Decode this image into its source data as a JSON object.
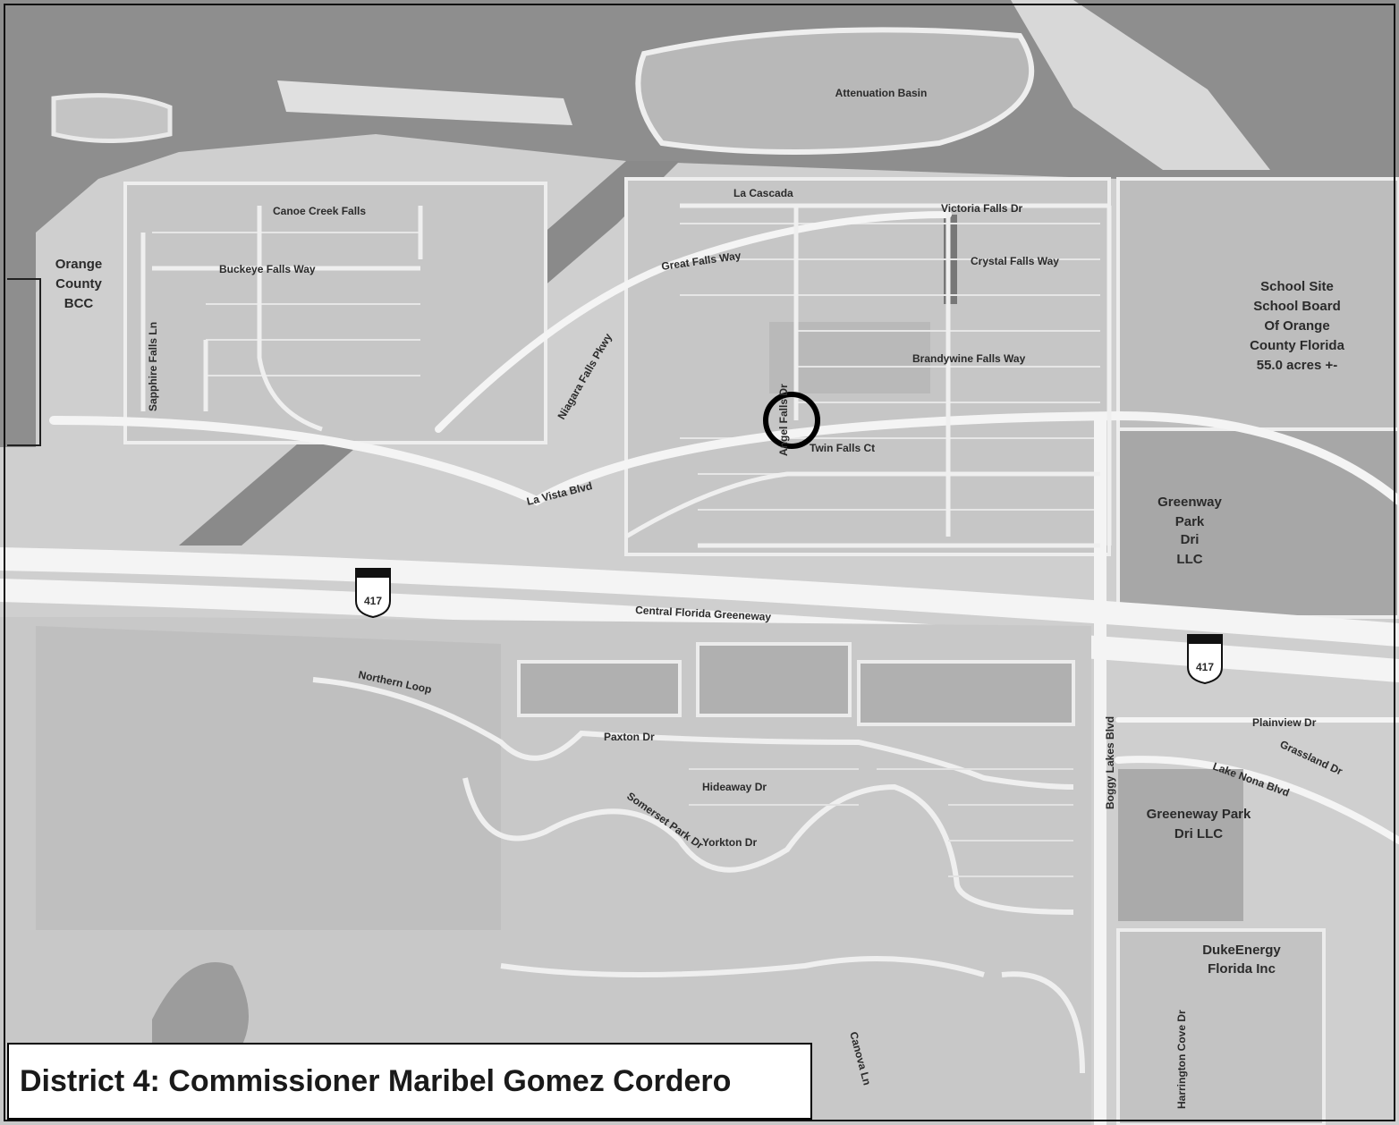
{
  "caption": "District 4: Commissioner Maribel Gomez Cordero",
  "features": {
    "attenuation_basin": "Attenuation Basin",
    "orange_county_bcc": [
      "Orange",
      "County",
      "BCC"
    ],
    "school_site": [
      "School Site",
      "School Board",
      "Of Orange",
      "County Florida",
      "55.0 acres +-"
    ],
    "greenway_park_1": [
      "Greenway",
      "Park",
      "Dri",
      "LLC"
    ],
    "greenway_park_2": [
      "Greeneway Park",
      "Dri LLC"
    ],
    "duke_energy": [
      "DukeEnergy",
      "Florida Inc"
    ]
  },
  "streets": {
    "la_cascada": "La Cascada",
    "cane_creek": "Canoe Creek Falls",
    "buckeye": "Buckeye Falls Way",
    "sapphire": "Sapphire Falls Ln",
    "victoria": "Victoria Falls Dr",
    "great_falls": "Great Falls Way",
    "crystal": "Crystal Falls Way",
    "brandywine": "Brandywine Falls Way",
    "niagara": "Niagara Falls Pkwy",
    "angel": "Angel Falls Dr",
    "twin": "Twin Falls Ct",
    "la_vista": "La Vista Blvd",
    "greeneway": "Central Florida Greeneway",
    "northern": "Northern Loop",
    "paxton": "Paxton Dr",
    "hideaway": "Hideaway Dr",
    "somerset": "Somerset Park Dr",
    "yorkton": "Yorkton Dr",
    "boggy": "Boggy Lakes Blvd",
    "plainview": "Plainview Dr",
    "grassland": "Grassland Dr",
    "lake_nona": "Lake Nona Blvd",
    "harrington": "Harrington Cove Dr",
    "canova": "Canova Ln"
  },
  "shields": [
    "417",
    "417"
  ]
}
